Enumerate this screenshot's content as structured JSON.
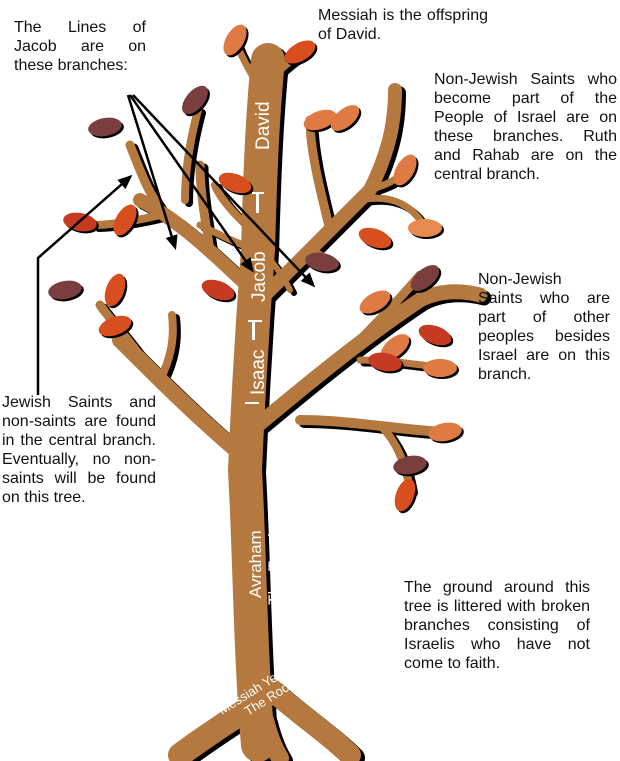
{
  "colors": {
    "bark": "#B5793F",
    "shadow": "#000000",
    "label": "#FFFFFF"
  },
  "labels": {
    "lines_of_jacob": "The Lines of Jacob are on these branches:",
    "messiah_david": "Messiah is the offspring of David.",
    "non_jewish_israel": "Non-Jewish Saints who become part of the People of Israel are on these branches. Ruth and Rahab are on the central branch.",
    "non_jewish_other": "Non-Jewish Saints who are part of other peoples besides Israel are on this branch.",
    "jewish_saints": "Jewish Saints and non-saints are found in the central branch. Eventually, no non-saints will be found on this tree.",
    "ground": "The ground around this tree is littered with broken branches consisting of Israelis who have not come to faith."
  },
  "tree_labels": {
    "david": "David",
    "jacob": "Jacob",
    "isaac": "Isaac",
    "trunk_1": "Avraham",
    "trunk_2": "The Trunk",
    "root_1": "Messiah Yeshua",
    "root_2": "The Root"
  }
}
